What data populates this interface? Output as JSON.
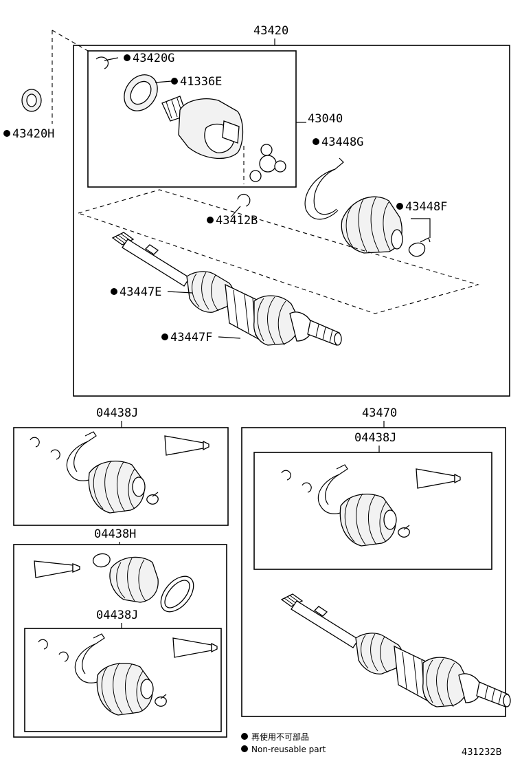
{
  "labels": {
    "assy_main": "43420",
    "p43420G": "43420G",
    "p41336E": "41336E",
    "p43040": "43040",
    "p43420H": "43420H",
    "p43448G": "43448G",
    "p43448F": "43448F",
    "p43412B": "43412B",
    "p43447E": "43447E",
    "p43447F": "43447F",
    "kit1": "04438J",
    "kit_h": "04438H",
    "kit_hj": "04438J",
    "assy_right": "43470",
    "kit_right": "04438J"
  },
  "legend": {
    "line1": "再使用不可部品",
    "line2": "Non-reusable part"
  },
  "drawing_id": "431232B"
}
